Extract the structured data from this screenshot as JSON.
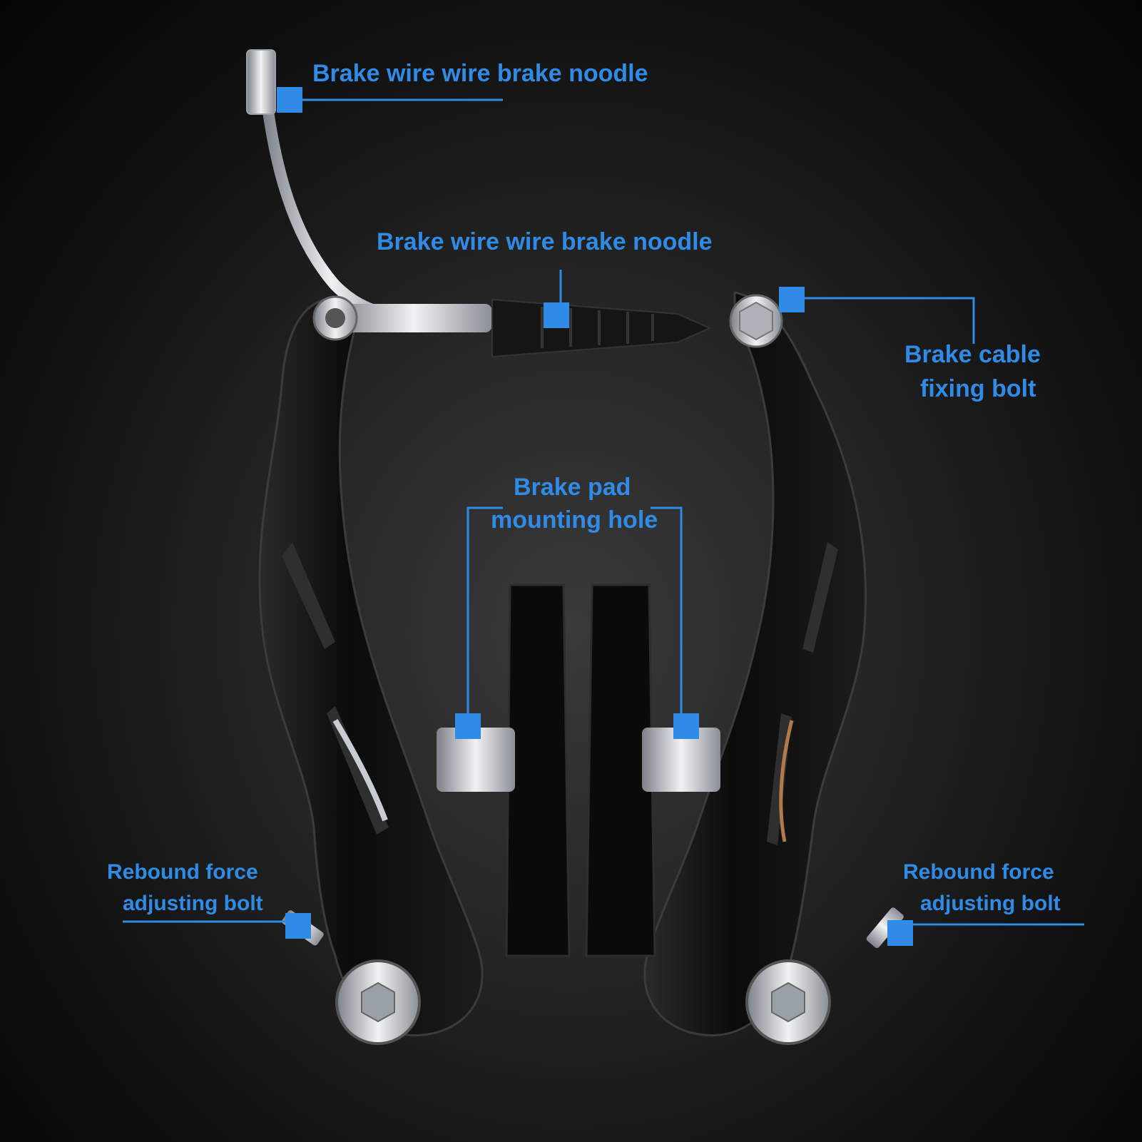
{
  "labels": {
    "noodle_top": "Brake wire wire brake noodle",
    "noodle_mid": "Brake wire wire brake noodle",
    "cable_bolt_line1": "Brake cable",
    "cable_bolt_line2": "fixing bolt",
    "pad_hole_line1": "Brake pad",
    "pad_hole_line2": "mounting hole",
    "rebound_left_line1": "Rebound force",
    "rebound_left_line2": "adjusting bolt",
    "rebound_right_line1": "Rebound force",
    "rebound_right_line2": "adjusting bolt"
  },
  "colors": {
    "accent": "#2f8be6",
    "arm": "#0a0a0a",
    "metal": "#c9ccd2"
  }
}
